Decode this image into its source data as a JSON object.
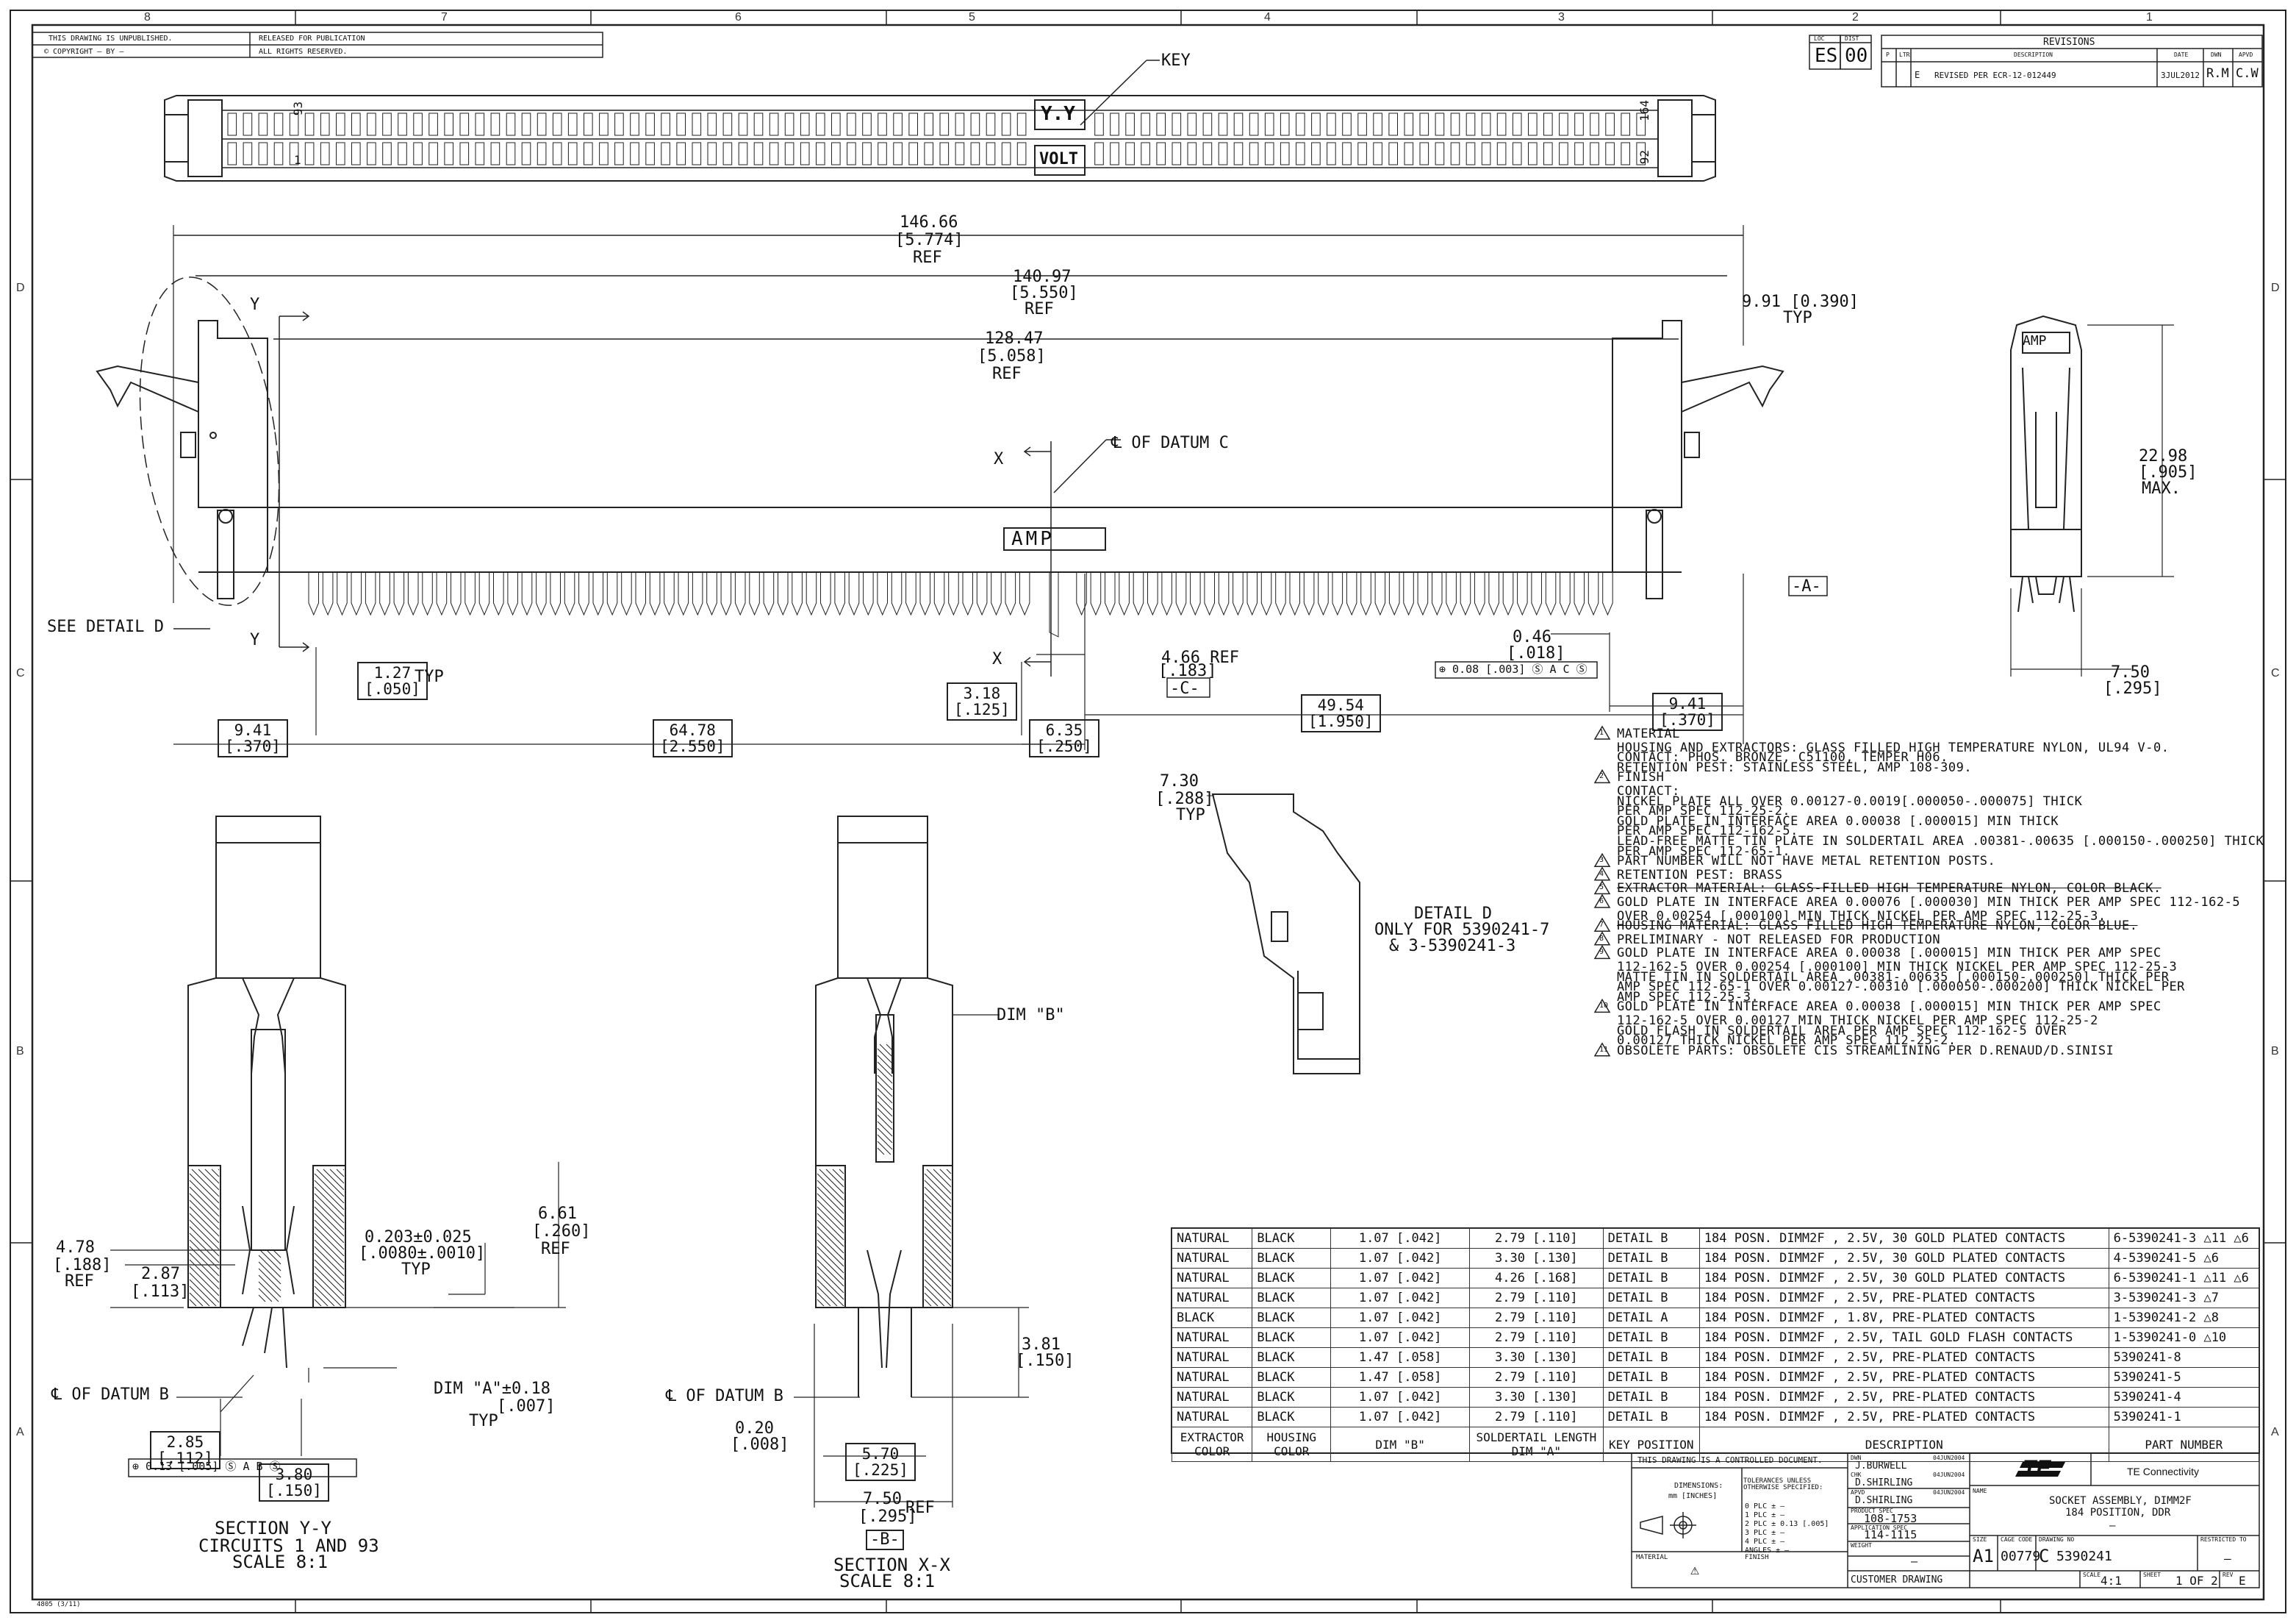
{
  "zones": {
    "top": [
      "8",
      "7",
      "6",
      "5",
      "4",
      "3",
      "2",
      "1"
    ],
    "side": [
      "D",
      "C",
      "B",
      "A"
    ]
  },
  "header": {
    "unpublished": "THIS DRAWING IS UNPUBLISHED.",
    "copyright": "© COPYRIGHT  –   BY –",
    "released": "RELEASED FOR PUBLICATION",
    "rights": "ALL RIGHTS RESERVED."
  },
  "loc_dist": {
    "loc_label": "LOC",
    "loc": "ES",
    "dist_label": "DIST",
    "dist": "00"
  },
  "revisions": {
    "title": "REVISIONS",
    "col_p": "P",
    "col_ltr": "LTR",
    "col_desc": "DESCRIPTION",
    "col_date": "DATE",
    "col_dwn": "DWN",
    "col_apvd": "APVD",
    "row_ltr": "E",
    "row_desc": "REVISED PER ECR-12-012449",
    "row_date": "3JUL2012",
    "row_dwn": "R.M",
    "row_apvd": "C.W"
  },
  "top_view": {
    "key": "KEY",
    "pin93": "93",
    "pin1": "1",
    "pin164": "164",
    "pin92": "92",
    "yy": "Y.Y",
    "volt": "VOLT"
  },
  "front_dims": {
    "d1": "146.66",
    "d1b": "[5.774]",
    "d1c": "REF",
    "d2": "140.97",
    "d2b": "[5.550]",
    "d2c": "REF",
    "d3": "128.47",
    "d3b": "[5.058]",
    "d3c": "REF",
    "d4": "9.91 [0.390]",
    "d4b": "TYP",
    "datum_c": "℄ OF DATUM C",
    "x": "X",
    "y": "Y",
    "amp": "AMP",
    "see_detail": "SEE DETAIL D",
    "d5": "1.27",
    "d5b": "[.050]",
    "d5c": "TYP",
    "d6": "3.18",
    "d6b": "[.125]",
    "d7": "4.66 REF",
    "d7b": "[.183]",
    "datum_c_box": "-C-",
    "d8": "0.46",
    "d8b": "[.018]",
    "d8fcf": "⊕ 0.08 [.003] Ⓢ A C Ⓢ",
    "d9": "9.41",
    "d9b": "[.370]",
    "d10": "64.78",
    "d10b": "[2.550]",
    "d11": "6.35",
    "d11b": "[.250]",
    "d12": "49.54",
    "d12b": "[1.950]",
    "d13": "9.41",
    "d13b": "[.370]",
    "datum_a": "-A-"
  },
  "side_view": {
    "amp": "AMP",
    "h": "22.98",
    "hb": "[.905]",
    "hc": "MAX.",
    "w": "7.50",
    "wb": "[.295]"
  },
  "detail_d": {
    "d": "7.30",
    "db": "[.288]",
    "dc": "TYP",
    "title": "DETAIL D",
    "only": "ONLY FOR 5390241-7",
    "only2": "& 3-5390241-3"
  },
  "notes": [
    {
      "n": "1",
      "text": "MATERIAL",
      "strike": false
    },
    {
      "n": "",
      "text": "HOUSING AND EXTRACTORS: GLASS FILLED HIGH TEMPERATURE NYLON, UL94 V-0.",
      "strike": false
    },
    {
      "n": "",
      "text": "CONTACT: PHOS. BRONZE, C51100, TEMPER H06.",
      "strike": false
    },
    {
      "n": "",
      "text": "RETENTION PEST: STAINLESS STEEL, AMP 108-309.",
      "strike": false
    },
    {
      "n": "2",
      "text": "FINISH",
      "strike": false
    },
    {
      "n": "",
      "text": "CONTACT:",
      "strike": false
    },
    {
      "n": "",
      "text": "NICKEL PLATE ALL OVER 0.00127-0.0019[.000050-.000075] THICK",
      "strike": false
    },
    {
      "n": "",
      "text": "PER AMP SPEC 112-25-2.",
      "strike": false
    },
    {
      "n": "",
      "text": "GOLD PLATE IN INTERFACE AREA 0.00038 [.000015] MIN THICK",
      "strike": false
    },
    {
      "n": "",
      "text": "PER AMP SPEC 112-162-5.",
      "strike": false
    },
    {
      "n": "",
      "text": "LEAD-FREE MATTE TIN  PLATE IN SOLDERTAIL AREA .00381-.00635 [.000150-.000250] THICK",
      "strike": false
    },
    {
      "n": "",
      "text": "PER AMP SPEC 112-65-1.",
      "strike": false
    },
    {
      "n": "3",
      "text": "PART NUMBER WILL NOT HAVE METAL RETENTION POSTS.",
      "strike": false
    },
    {
      "n": "4",
      "text": "RETENTION PEST: BRASS",
      "strike": false
    },
    {
      "n": "5",
      "text": "EXTRACTOR MATERIAL: GLASS-FILLED HIGH TEMPERATURE NYLON, COLOR BLACK.",
      "strike": true
    },
    {
      "n": "6",
      "text": "GOLD PLATE IN INTERFACE AREA 0.00076 [.000030] MIN THICK PER AMP SPEC 112-162-5",
      "strike": false
    },
    {
      "n": "",
      "text": "OVER 0.00254 [.000100] MIN THICK NICKEL PER AMP SPEC 112-25-3.",
      "strike": false
    },
    {
      "n": "7",
      "text": "HOUSING MATERIAL: GLASS FILLED HIGH TEMPERATURE NYLON, COLOR BLUE.",
      "strike": true
    },
    {
      "n": "8",
      "text": "PRELIMINARY - NOT RELEASED FOR PRODUCTION",
      "strike": false
    },
    {
      "n": "9",
      "text": "GOLD PLATE IN INTERFACE AREA 0.00038 [.000015] MIN THICK PER AMP SPEC",
      "strike": false
    },
    {
      "n": "",
      "text": "112-162-5 OVER 0.00254 [.000100] MIN THICK NICKEL PER AMP SPEC 112-25-3",
      "strike": false
    },
    {
      "n": "",
      "text": "MATTE TIN IN SOLDERTAIL AREA .00381-.00635 [.000150-.000250] THICK PER",
      "strike": false
    },
    {
      "n": "",
      "text": "AMP SPEC 112-65-1 OVER 0.00127-.00310 [.000050-.000200] THICK NICKEL PER",
      "strike": false
    },
    {
      "n": "",
      "text": "AMP SPEC 112-25-3.",
      "strike": false
    },
    {
      "n": "10",
      "text": "GOLD PLATE IN INTERFACE AREA 0.00038 [.000015] MIN THICK PER AMP SPEC",
      "strike": false
    },
    {
      "n": "",
      "text": "112-162-5 OVER 0.00127 MIN THICK NICKEL PER AMP SPEC 112-25-2",
      "strike": false
    },
    {
      "n": "",
      "text": "GOLD FLASH IN SOLDERTAIL AREA  PER AMP SPEC 112-162-5 OVER",
      "strike": false
    },
    {
      "n": "",
      "text": "0.00127 THICK NICKEL PER AMP SPEC 112-25-2.",
      "strike": false
    },
    {
      "n": "11",
      "text": "OBSOLETE PARTS: OBSOLETE CIS STREAMLINING PER D.RENAUD/D.SINISI",
      "strike": false
    }
  ],
  "section_yy": {
    "d1": "4.78",
    "d1b": "[.188]",
    "d1c": "REF",
    "d2": "2.87",
    "d2b": "[.113]",
    "d3": "0.203±0.025",
    "d3b": "[.0080±.0010]",
    "d3c": "TYP",
    "d4": "6.61",
    "d4b": "[.260]",
    "d4c": "REF",
    "datum_b": "℄ OF DATUM B",
    "dima": "DIM \"A\"±0.18",
    "dimab": "[.007]",
    "dimac": "TYP",
    "d5": "2.85",
    "d5b": "[.112]",
    "d6": "3.80",
    "d6b": "[.150]",
    "fcf": "⊕ 0.13 [.005] Ⓢ A B Ⓢ",
    "title": "SECTION Y-Y",
    "sub": "CIRCUITS 1 AND 93",
    "scale": "SCALE 8:1"
  },
  "section_xx": {
    "dimb": "DIM \"B\"",
    "datum_b": "℄ OF DATUM B",
    "d1": "3.81",
    "d1b": "[.150]",
    "d2": "0.20",
    "d2b": "[.008]",
    "d3": "5.70",
    "d3b": "[.225]",
    "d4": "7.50",
    "d4b": "[.295]",
    "d4c": "REF",
    "datum_b_box": "-B-",
    "title": "SECTION X-X",
    "scale": "SCALE 8:1"
  },
  "parts_table": {
    "rows": [
      [
        "NATURAL",
        "BLACK",
        "1.07 [.042]",
        "2.79 [.110]",
        "DETAIL B",
        "184 POSN. DIMM2F , 2.5V, 30 GOLD PLATED CONTACTS",
        "6-5390241-3 △11 △6"
      ],
      [
        "NATURAL",
        "BLACK",
        "1.07 [.042]",
        "3.30 [.130]",
        "DETAIL B",
        "184 POSN. DIMM2F , 2.5V, 30 GOLD PLATED CONTACTS",
        "4-5390241-5 △6"
      ],
      [
        "NATURAL",
        "BLACK",
        "1.07 [.042]",
        "4.26 [.168]",
        "DETAIL B",
        "184 POSN. DIMM2F , 2.5V, 30 GOLD PLATED CONTACTS",
        "6-5390241-1 △11 △6"
      ],
      [
        "NATURAL",
        "BLACK",
        "1.07 [.042]",
        "2.79 [.110]",
        "DETAIL B",
        "184 POSN. DIMM2F , 2.5V, PRE-PLATED CONTACTS",
        "3-5390241-3 △7"
      ],
      [
        "BLACK",
        "BLACK",
        "1.07 [.042]",
        "2.79 [.110]",
        "DETAIL A",
        "184 POSN. DIMM2F , 1.8V, PRE-PLATED CONTACTS",
        "1-5390241-2 △8"
      ],
      [
        "NATURAL",
        "BLACK",
        "1.07 [.042]",
        "2.79 [.110]",
        "DETAIL B",
        "184 POSN. DIMM2F , 2.5V, TAIL GOLD FLASH CONTACTS",
        "1-5390241-0 △10"
      ],
      [
        "NATURAL",
        "BLACK",
        "1.47 [.058]",
        "3.30 [.130]",
        "DETAIL B",
        "184 POSN. DIMM2F , 2.5V, PRE-PLATED CONTACTS",
        "5390241-8"
      ],
      [
        "NATURAL",
        "BLACK",
        "1.47 [.058]",
        "2.79 [.110]",
        "DETAIL B",
        "184 POSN. DIMM2F , 2.5V, PRE-PLATED CONTACTS",
        "5390241-5"
      ],
      [
        "NATURAL",
        "BLACK",
        "1.07 [.042]",
        "3.30 [.130]",
        "DETAIL B",
        "184 POSN. DIMM2F , 2.5V, PRE-PLATED CONTACTS",
        "5390241-4"
      ],
      [
        "NATURAL",
        "BLACK",
        "1.07 [.042]",
        "2.79 [.110]",
        "DETAIL B",
        "184 POSN. DIMM2F , 2.5V, PRE-PLATED CONTACTS",
        "5390241-1"
      ]
    ],
    "header": [
      "EXTRACTOR COLOR",
      "HOUSING COLOR",
      "DIM \"B\"",
      "SOLDERTAIL LENGTH DIM \"A\"",
      "KEY POSITION",
      "DESCRIPTION",
      "PART NUMBER"
    ]
  },
  "title_block": {
    "controlled": "THIS DRAWING IS A CONTROLLED DOCUMENT.",
    "dwn": "J.BURWELL",
    "dwn_date": "04JUN2004",
    "chk": "D.SHIRLING",
    "chk_date": "04JUN2004",
    "appvd": "D.SHIRLING",
    "appvd_date": "04JUN2004",
    "dims_label": "DIMENSIONS:",
    "dims_unit": "mm [INCHES]",
    "tolerances": "TOLERANCES UNLESS OTHERWISE SPECIFIED:",
    "tol_0": "0 PLC  ± –",
    "tol_1": "1 PLC  ± –",
    "tol_2": "2 PLC  ± 0.13 [.005]",
    "tol_3": "3 PLC  ± –",
    "tol_4": "4 PLC  ± –",
    "tol_ang": "ANGLES  ± –",
    "product_spec_label": "PRODUCT SPEC",
    "product_spec": "108-1753",
    "app_spec_label": "APPLICATION SPEC",
    "app_spec": "114-1115",
    "weight_label": "WEIGHT",
    "weight": "–",
    "material_label": "MATERIAL",
    "finish_label": "FINISH",
    "company": "TE Connectivity",
    "logo": "TE",
    "name_label": "NAME",
    "name1": "SOCKET ASSEMBLY, DIMM2F",
    "name2": "184 POSITION, DDR",
    "name3": "–",
    "size_label": "SIZE",
    "size": "A1",
    "cage_label": "CAGE CODE",
    "cage": "00779",
    "dwg_label": "DRAWING NO",
    "dwg_prefix": "C",
    "dwg": "5390241",
    "restricted_label": "RESTRICTED TO",
    "restricted": "–",
    "customer": "CUSTOMER DRAWING",
    "scale_label": "SCALE",
    "scale": "4:1",
    "sheet_label": "SHEET",
    "sheet": "1 OF 2",
    "rev_label": "REV",
    "rev": "E"
  },
  "form_no": "4805 (3/11)"
}
